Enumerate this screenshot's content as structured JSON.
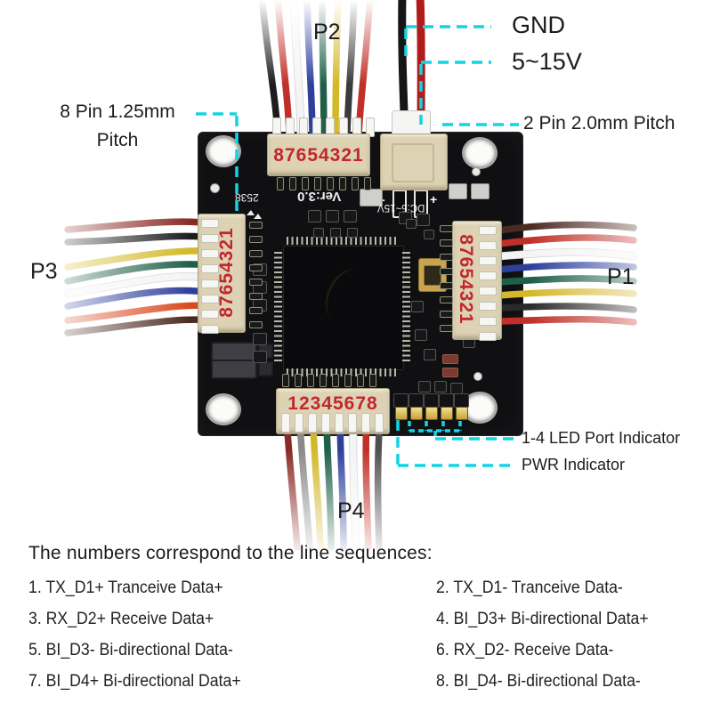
{
  "colors": {
    "accent": "#12d4e4",
    "number_red": "#c1272d"
  },
  "callouts": {
    "gnd": "GND",
    "voltage": "5~15V",
    "power_pitch": "2 Pin 2.0mm Pitch",
    "pin8_line1": "8 Pin 1.25mm",
    "pin8_line2": "Pitch",
    "led_port": "1-4 LED Port Indicator",
    "pwr": "PWR Indicator"
  },
  "ports": {
    "p1": "P1",
    "p2": "P2",
    "p3": "P3",
    "p4": "P4"
  },
  "connectors": {
    "top_numbers": "87654321",
    "left_numbers": "87654321",
    "right_numbers": "87654321",
    "bottom_numbers": "12345678"
  },
  "silkscreen": {
    "version": "Ver:3.0",
    "dc_rating": "DC:5~15V",
    "date_code": "2538",
    "plus": "+",
    "minus": "-"
  },
  "legend": {
    "heading": "The numbers correspond to the line sequences:",
    "items": [
      "1. TX_D1+ Tranceive Data+",
      "2. TX_D1- Tranceive Data-",
      "3. RX_D2+ Receive Data+",
      "4. BI_D3+ Bi-directional Data+",
      "5. BI_D3- Bi-directional Data-",
      "6. RX_D2- Receive Data-",
      "7. BI_D4+ Bi-directional Data+",
      "8. BI_D4- Bi-directional Data-"
    ]
  }
}
